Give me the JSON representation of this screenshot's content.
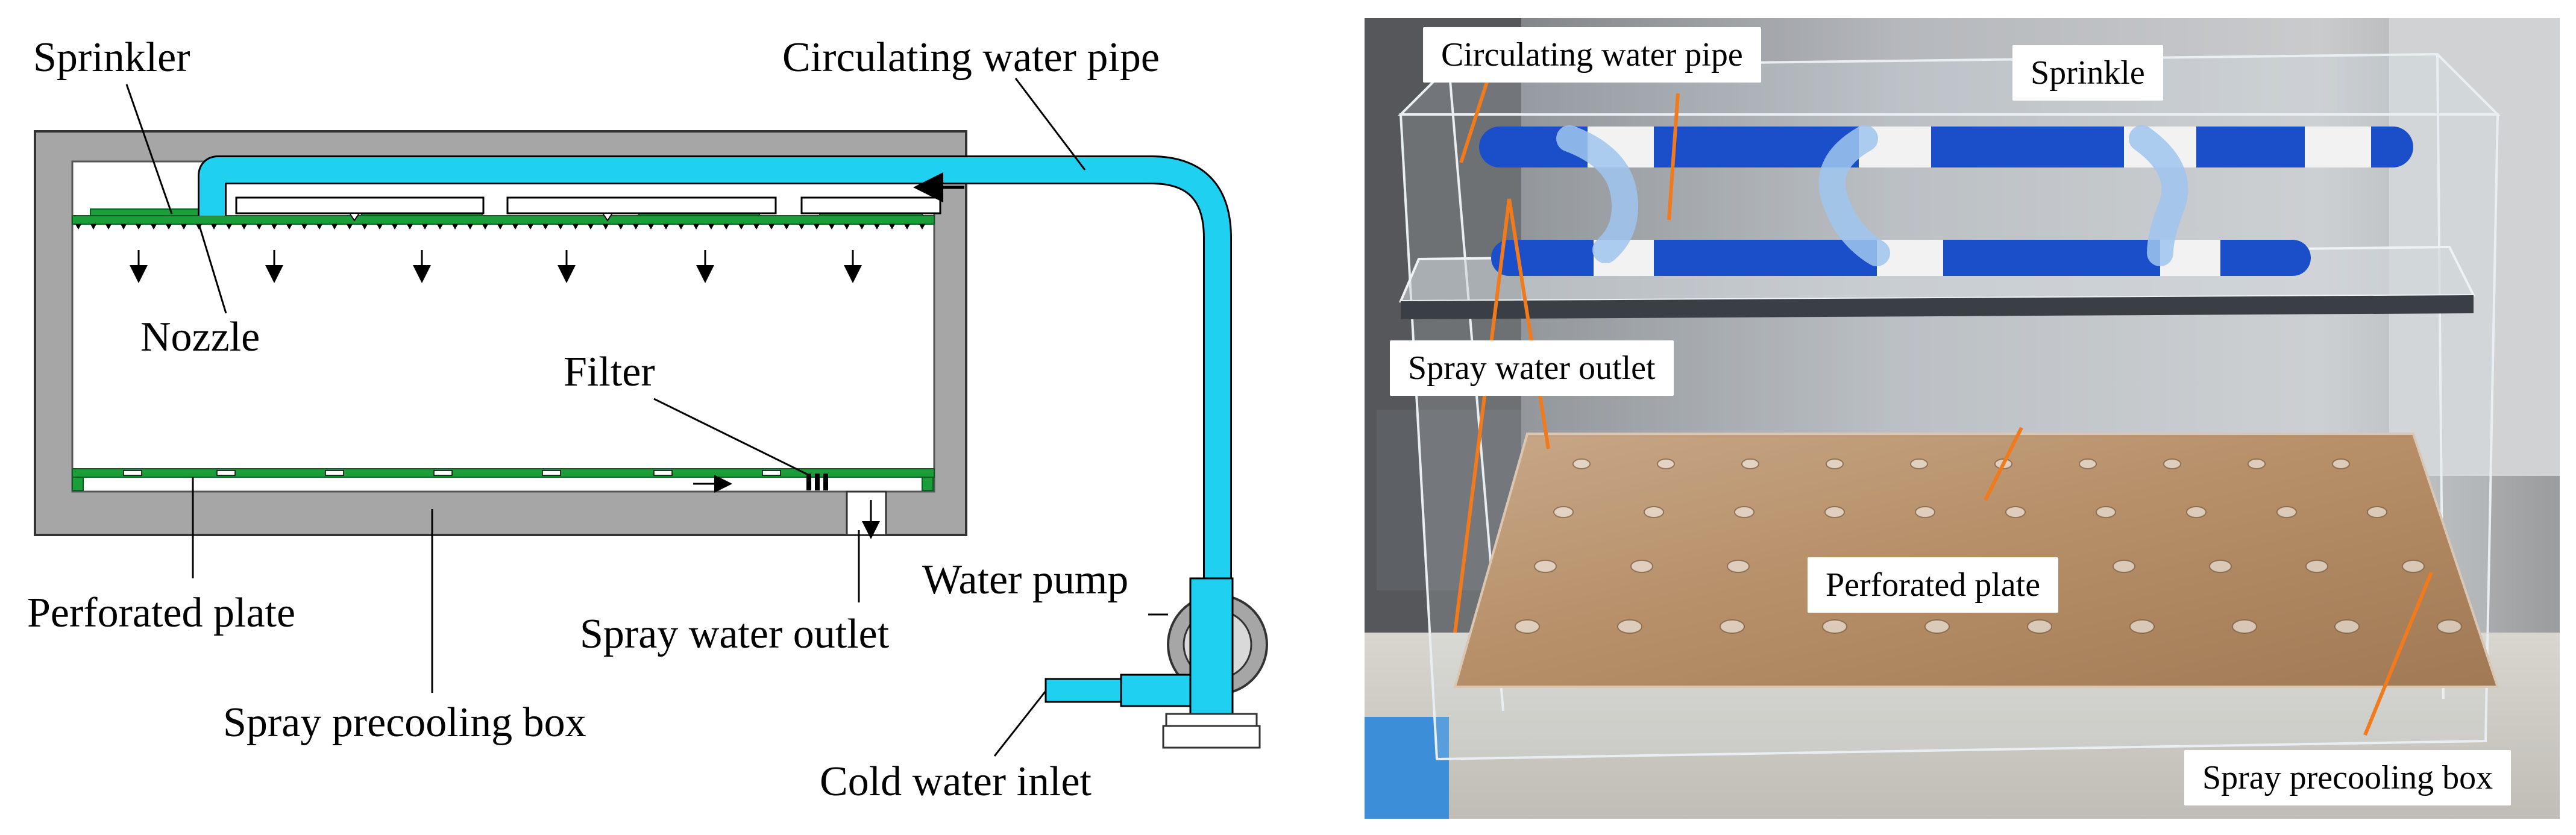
{
  "schematic": {
    "labels": {
      "sprinkler": "Sprinkler",
      "circulating_pipe": "Circulating water pipe",
      "nozzle": "Nozzle",
      "filter": "Filter",
      "perforated_plate": "Perforated plate",
      "spray_outlet": "Spray water outlet",
      "water_pump": "Water pump",
      "precooling_box": "Spray precooling box",
      "cold_inlet": "Cold water inlet"
    },
    "colors": {
      "pipe": "#1fd0f0",
      "plate": "#1a9e3a",
      "box_wall": "#a6a6a6"
    }
  },
  "photo": {
    "labels": {
      "circulating_pipe": "Circulating water pipe",
      "sprinkle": "Sprinkle",
      "spray_outlet": "Spray water outlet",
      "perforated_plate": "Perforated plate",
      "precooling_box": "Spray precooling box"
    },
    "colors": {
      "callout_line": "#f07a1c",
      "pipe_blue": "#1b4fc9"
    }
  }
}
